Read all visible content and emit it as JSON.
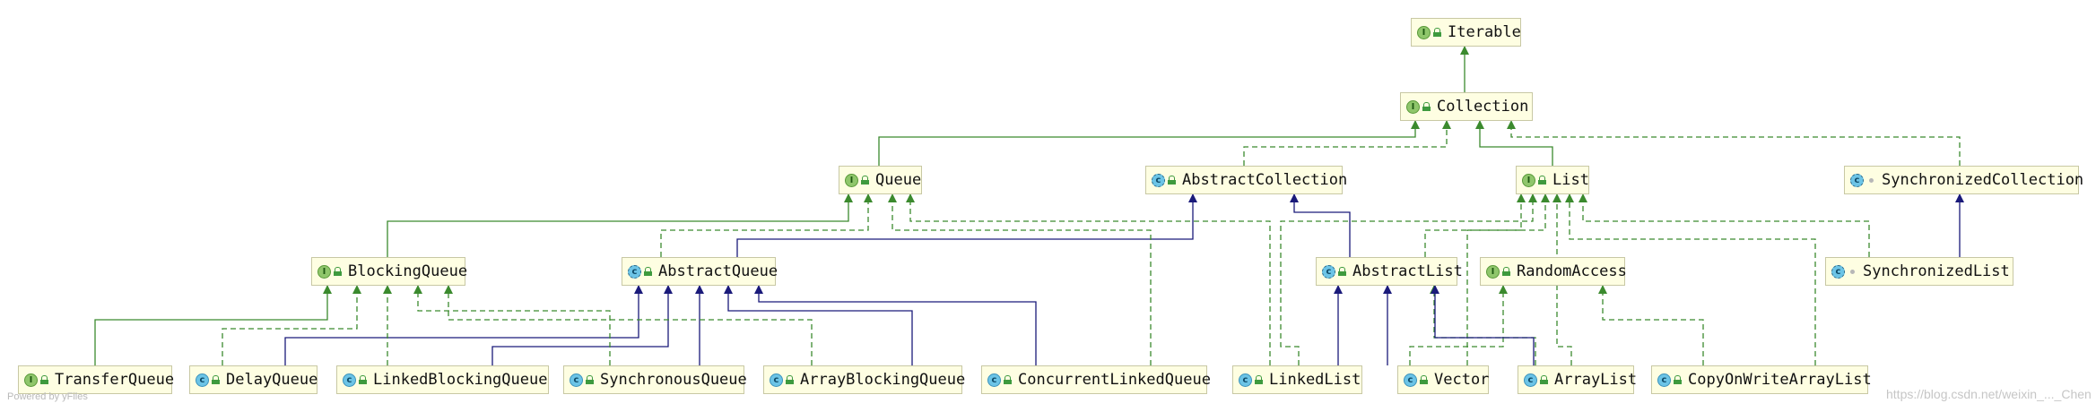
{
  "diagram": {
    "colors": {
      "interface_edge": "#3b8a2e",
      "class_edge": "#1a1a7a",
      "node_fill": "#fefee2",
      "node_border": "#c8c8a4"
    },
    "nodes": [
      {
        "id": "Iterable",
        "label": "Iterable",
        "kind": "interface"
      },
      {
        "id": "Collection",
        "label": "Collection",
        "kind": "interface"
      },
      {
        "id": "Queue",
        "label": "Queue",
        "kind": "interface"
      },
      {
        "id": "AbstractCollection",
        "label": "AbstractCollection",
        "kind": "abstract-class"
      },
      {
        "id": "List",
        "label": "List",
        "kind": "interface"
      },
      {
        "id": "SynchronizedCollection",
        "label": "SynchronizedCollection",
        "kind": "inner-class"
      },
      {
        "id": "BlockingQueue",
        "label": "BlockingQueue",
        "kind": "interface"
      },
      {
        "id": "AbstractQueue",
        "label": "AbstractQueue",
        "kind": "abstract-class"
      },
      {
        "id": "AbstractList",
        "label": "AbstractList",
        "kind": "abstract-class"
      },
      {
        "id": "RandomAccess",
        "label": "RandomAccess",
        "kind": "interface"
      },
      {
        "id": "SynchronizedList",
        "label": "SynchronizedList",
        "kind": "inner-class"
      },
      {
        "id": "TransferQueue",
        "label": "TransferQueue",
        "kind": "interface"
      },
      {
        "id": "DelayQueue",
        "label": "DelayQueue",
        "kind": "class"
      },
      {
        "id": "LinkedBlockingQueue",
        "label": "LinkedBlockingQueue",
        "kind": "class"
      },
      {
        "id": "SynchronousQueue",
        "label": "SynchronousQueue",
        "kind": "class"
      },
      {
        "id": "ArrayBlockingQueue",
        "label": "ArrayBlockingQueue",
        "kind": "class"
      },
      {
        "id": "ConcurrentLinkedQueue",
        "label": "ConcurrentLinkedQueue",
        "kind": "class"
      },
      {
        "id": "LinkedList",
        "label": "LinkedList",
        "kind": "class"
      },
      {
        "id": "Vector",
        "label": "Vector",
        "kind": "class"
      },
      {
        "id": "ArrayList",
        "label": "ArrayList",
        "kind": "class"
      },
      {
        "id": "CopyOnWriteArrayList",
        "label": "CopyOnWriteArrayList",
        "kind": "class"
      }
    ],
    "edges": [
      {
        "from": "Collection",
        "to": "Iterable",
        "type": "extends-interface"
      },
      {
        "from": "Queue",
        "to": "Collection",
        "type": "extends-interface"
      },
      {
        "from": "AbstractCollection",
        "to": "Collection",
        "type": "implements"
      },
      {
        "from": "List",
        "to": "Collection",
        "type": "extends-interface"
      },
      {
        "from": "SynchronizedCollection",
        "to": "Collection",
        "type": "implements"
      },
      {
        "from": "BlockingQueue",
        "to": "Queue",
        "type": "extends-interface"
      },
      {
        "from": "AbstractQueue",
        "to": "Queue",
        "type": "implements"
      },
      {
        "from": "AbstractQueue",
        "to": "AbstractCollection",
        "type": "extends-class"
      },
      {
        "from": "AbstractList",
        "to": "AbstractCollection",
        "type": "extends-class"
      },
      {
        "from": "AbstractList",
        "to": "List",
        "type": "implements"
      },
      {
        "from": "SynchronizedList",
        "to": "List",
        "type": "implements"
      },
      {
        "from": "SynchronizedList",
        "to": "SynchronizedCollection",
        "type": "extends-class"
      },
      {
        "from": "TransferQueue",
        "to": "BlockingQueue",
        "type": "extends-interface"
      },
      {
        "from": "DelayQueue",
        "to": "BlockingQueue",
        "type": "implements"
      },
      {
        "from": "DelayQueue",
        "to": "AbstractQueue",
        "type": "extends-class"
      },
      {
        "from": "LinkedBlockingQueue",
        "to": "BlockingQueue",
        "type": "implements"
      },
      {
        "from": "LinkedBlockingQueue",
        "to": "AbstractQueue",
        "type": "extends-class"
      },
      {
        "from": "SynchronousQueue",
        "to": "BlockingQueue",
        "type": "implements"
      },
      {
        "from": "SynchronousQueue",
        "to": "AbstractQueue",
        "type": "extends-class"
      },
      {
        "from": "ArrayBlockingQueue",
        "to": "BlockingQueue",
        "type": "implements"
      },
      {
        "from": "ArrayBlockingQueue",
        "to": "AbstractQueue",
        "type": "extends-class"
      },
      {
        "from": "ConcurrentLinkedQueue",
        "to": "Queue",
        "type": "implements"
      },
      {
        "from": "ConcurrentLinkedQueue",
        "to": "AbstractQueue",
        "type": "extends-class"
      },
      {
        "from": "LinkedList",
        "to": "Queue",
        "type": "implements"
      },
      {
        "from": "LinkedList",
        "to": "List",
        "type": "implements"
      },
      {
        "from": "LinkedList",
        "to": "AbstractList",
        "type": "extends-class"
      },
      {
        "from": "Vector",
        "to": "List",
        "type": "implements"
      },
      {
        "from": "Vector",
        "to": "RandomAccess",
        "type": "implements"
      },
      {
        "from": "Vector",
        "to": "AbstractList",
        "type": "extends-class"
      },
      {
        "from": "ArrayList",
        "to": "List",
        "type": "implements"
      },
      {
        "from": "ArrayList",
        "to": "RandomAccess",
        "type": "implements"
      },
      {
        "from": "ArrayList",
        "to": "AbstractList",
        "type": "extends-class"
      },
      {
        "from": "CopyOnWriteArrayList",
        "to": "List",
        "type": "implements"
      },
      {
        "from": "CopyOnWriteArrayList",
        "to": "RandomAccess",
        "type": "implements"
      }
    ]
  },
  "watermark": {
    "left": "Powered by yFiles",
    "right": "https://blog.csdn.net/weixin_..._Chen"
  }
}
